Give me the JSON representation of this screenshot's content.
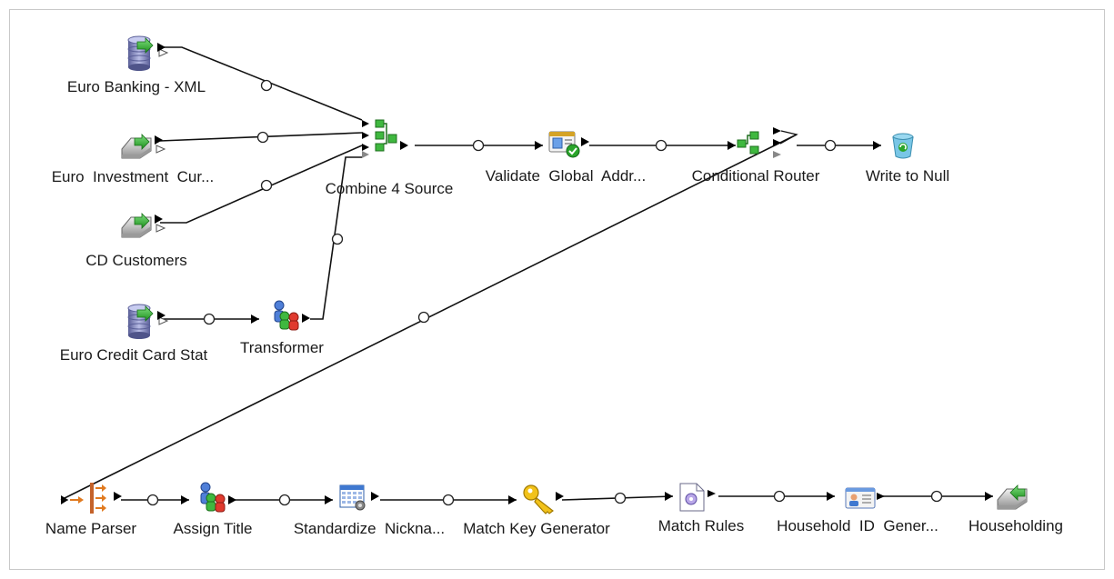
{
  "canvas": {
    "background": "#ffffff",
    "border_color": "#c9c9c9"
  },
  "nodes": [
    {
      "id": "euro_banking",
      "label": "Euro Banking - XML",
      "icon": "database-read-icon"
    },
    {
      "id": "euro_investment",
      "label": "Euro  Investment  Cur...",
      "icon": "file-read-icon"
    },
    {
      "id": "cd_customers",
      "label": "CD Customers",
      "icon": "file-read-icon"
    },
    {
      "id": "euro_credit",
      "label": "Euro Credit Card Stat",
      "icon": "database-read-icon"
    },
    {
      "id": "transformer",
      "label": "Transformer",
      "icon": "transformer-people-icon"
    },
    {
      "id": "combine",
      "label": "Combine 4 Source",
      "icon": "stream-combiner-icon"
    },
    {
      "id": "validate",
      "label": "Validate  Global  Addr...",
      "icon": "address-validate-icon"
    },
    {
      "id": "router",
      "label": "Conditional Router",
      "icon": "conditional-router-icon"
    },
    {
      "id": "write_null",
      "label": "Write to Null",
      "icon": "trash-can-icon"
    },
    {
      "id": "name_parser",
      "label": "Name Parser",
      "icon": "name-parser-icon"
    },
    {
      "id": "assign_title",
      "label": "Assign Title",
      "icon": "transformer-people-icon"
    },
    {
      "id": "standardize",
      "label": "Standardize  Nickna...",
      "icon": "calendar-table-icon"
    },
    {
      "id": "match_key",
      "label": "Match Key Generator",
      "icon": "key-icon"
    },
    {
      "id": "match_rules",
      "label": "Match Rules",
      "icon": "document-gear-icon"
    },
    {
      "id": "household_id",
      "label": "Household  ID  Gener...",
      "icon": "id-card-icon"
    },
    {
      "id": "householding",
      "label": "Householding",
      "icon": "file-write-icon"
    }
  ],
  "connections": [
    {
      "from": "euro_banking",
      "to": "combine"
    },
    {
      "from": "euro_investment",
      "to": "combine"
    },
    {
      "from": "cd_customers",
      "to": "combine"
    },
    {
      "from": "euro_credit",
      "to": "transformer"
    },
    {
      "from": "transformer",
      "to": "combine"
    },
    {
      "from": "combine",
      "to": "validate"
    },
    {
      "from": "validate",
      "to": "router"
    },
    {
      "from": "router",
      "to": "write_null"
    },
    {
      "from": "router",
      "to": "name_parser"
    },
    {
      "from": "name_parser",
      "to": "assign_title"
    },
    {
      "from": "assign_title",
      "to": "standardize"
    },
    {
      "from": "standardize",
      "to": "match_key"
    },
    {
      "from": "match_key",
      "to": "match_rules"
    },
    {
      "from": "match_rules",
      "to": "household_id"
    },
    {
      "from": "household_id",
      "to": "householding"
    }
  ]
}
